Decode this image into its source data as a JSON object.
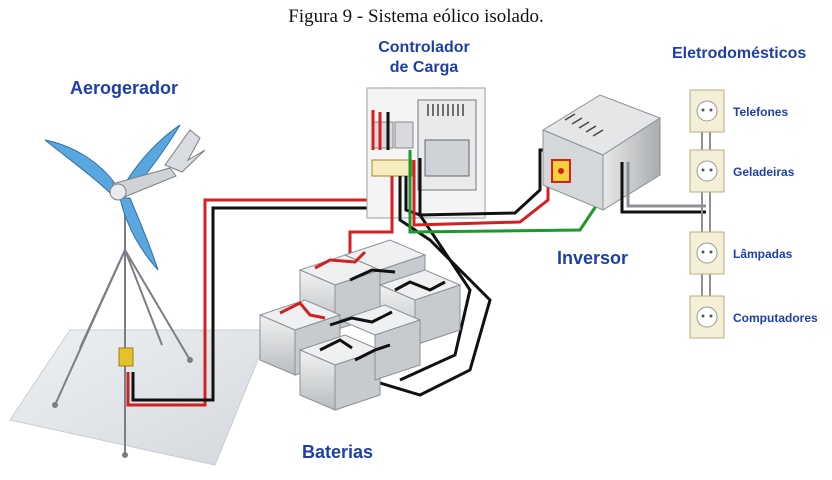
{
  "caption": "Figura 9 - Sistema eólico isolado.",
  "labels": {
    "aerogerador": "Aerogerador",
    "controlador_line1": "Controlador",
    "controlador_line2": "de Carga",
    "eletrodomesticos": "Eletrodomésticos",
    "inversor": "Inversor",
    "baterias": "Baterias"
  },
  "appliances": [
    "Telefones",
    "Geladeiras",
    "Lâmpadas",
    "Computadores"
  ],
  "colors": {
    "label_blue": "#1f3fa8",
    "blade_blue": "#5aa7e0",
    "wire_red": "#d42020",
    "wire_black": "#111111",
    "wire_green": "#1a9a2a"
  }
}
